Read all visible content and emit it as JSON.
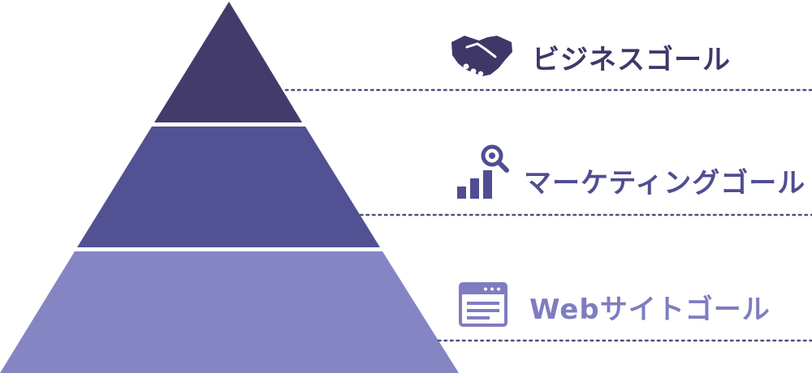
{
  "colors": {
    "tier_top": "#433b6b",
    "tier_middle": "#525194",
    "tier_bottom": "#8685c4",
    "separator": "#ffffff",
    "dotted_line": "#524e7e"
  },
  "tiers": [
    {
      "label": "ビジネスゴール",
      "icon": "handshake-icon",
      "color": "#3f3768"
    },
    {
      "label": "マーケティングゴール",
      "icon": "chart-magnifier-icon",
      "color": "#504d93"
    },
    {
      "label": "Webサイトゴール",
      "icon": "browser-window-icon",
      "color": "#7f7dc0"
    }
  ]
}
